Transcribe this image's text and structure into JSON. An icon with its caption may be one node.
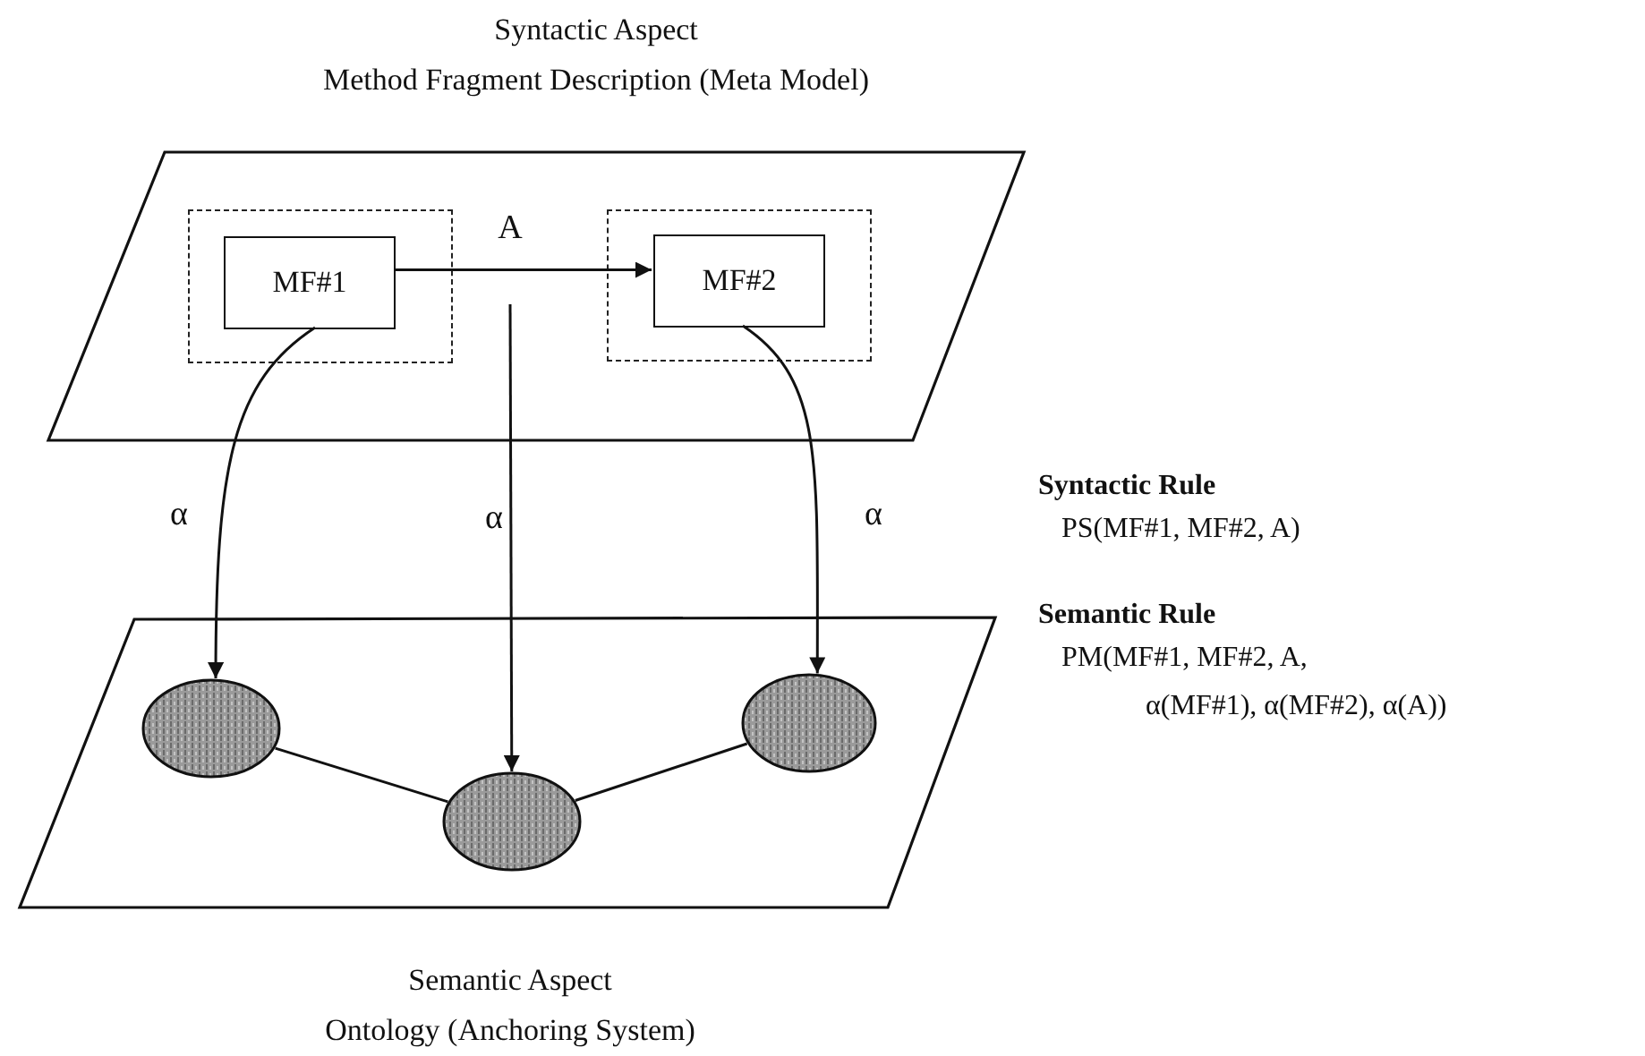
{
  "diagram": {
    "nodes": [
      {
        "text": [
          "Syntactic Aspect",
          "Method Fragment Description (Meta Model)"
        ]
      },
      {
        "text": [],
        "shape": "box",
        "in": 0
      },
      {
        "text": [
          "MF#1"
        ],
        "in": 1
      },
      {
        "text": [],
        "shape": "box",
        "in": 0
      },
      {
        "text": [
          "MF#2"
        ],
        "in": 3
      },
      {
        "text": [
          "Semantic Aspect",
          "Ontology (Anchoring System)"
        ]
      },
      {
        "text": [],
        "shape": "circle",
        "in": 5
      },
      {
        "text": [],
        "shape": "circle",
        "in": 5
      },
      {
        "text": [],
        "shape": "circle",
        "in": 5
      }
    ],
    "edges": [
      {
        "from": 2,
        "to": 4,
        "arrow": "to",
        "label": "A"
      },
      {
        "from": 2,
        "to": 6,
        "arrow": "to",
        "label": "α"
      },
      {
        "from": null,
        "to": 7,
        "arrow": "to",
        "label": "α"
      },
      {
        "from": 4,
        "to": 8,
        "arrow": "to",
        "label": "α"
      },
      {
        "from": 6,
        "to": 7,
        "arrow": "none"
      },
      {
        "from": 7,
        "to": 8,
        "arrow": "none"
      }
    ],
    "labels": [
      "Syntactic Rule",
      "PS(MF#1, MF#2, A)",
      "Semantic Rule",
      "PM(MF#1, MF#2, A,",
      "α(MF#1), α(MF#2), α(A))"
    ]
  }
}
